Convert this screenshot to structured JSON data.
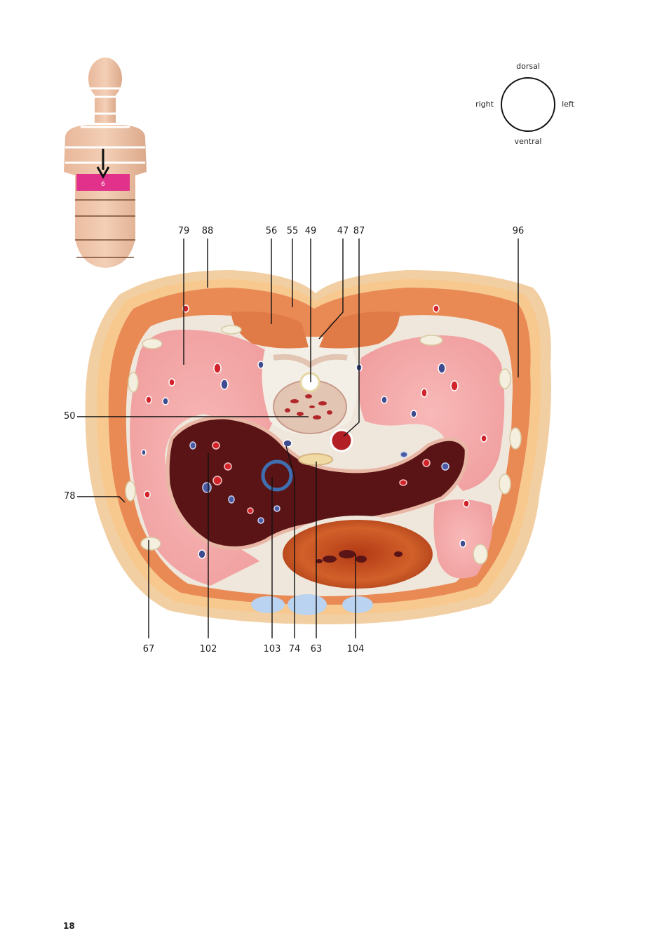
{
  "torso_figure": {
    "slice_number": "6"
  },
  "orientation": {
    "top": "dorsal",
    "left": "right",
    "right": "left",
    "bottom": "ventral"
  },
  "labels_top": [
    "79",
    "88",
    "56",
    "55",
    "49",
    "47",
    "87",
    "96"
  ],
  "labels_left": [
    "50",
    "78"
  ],
  "labels_bottom": [
    "67",
    "102",
    "103",
    "74",
    "63",
    "104"
  ],
  "page_number": "18",
  "colors": {
    "skin": "#f2cfa3",
    "fat": "#f7c98f",
    "muscle": "#e98a55",
    "lung": "#f4a7a8",
    "liver": "#5a1416",
    "stomach": "#c94b22",
    "slice_band": "#e2318a"
  }
}
